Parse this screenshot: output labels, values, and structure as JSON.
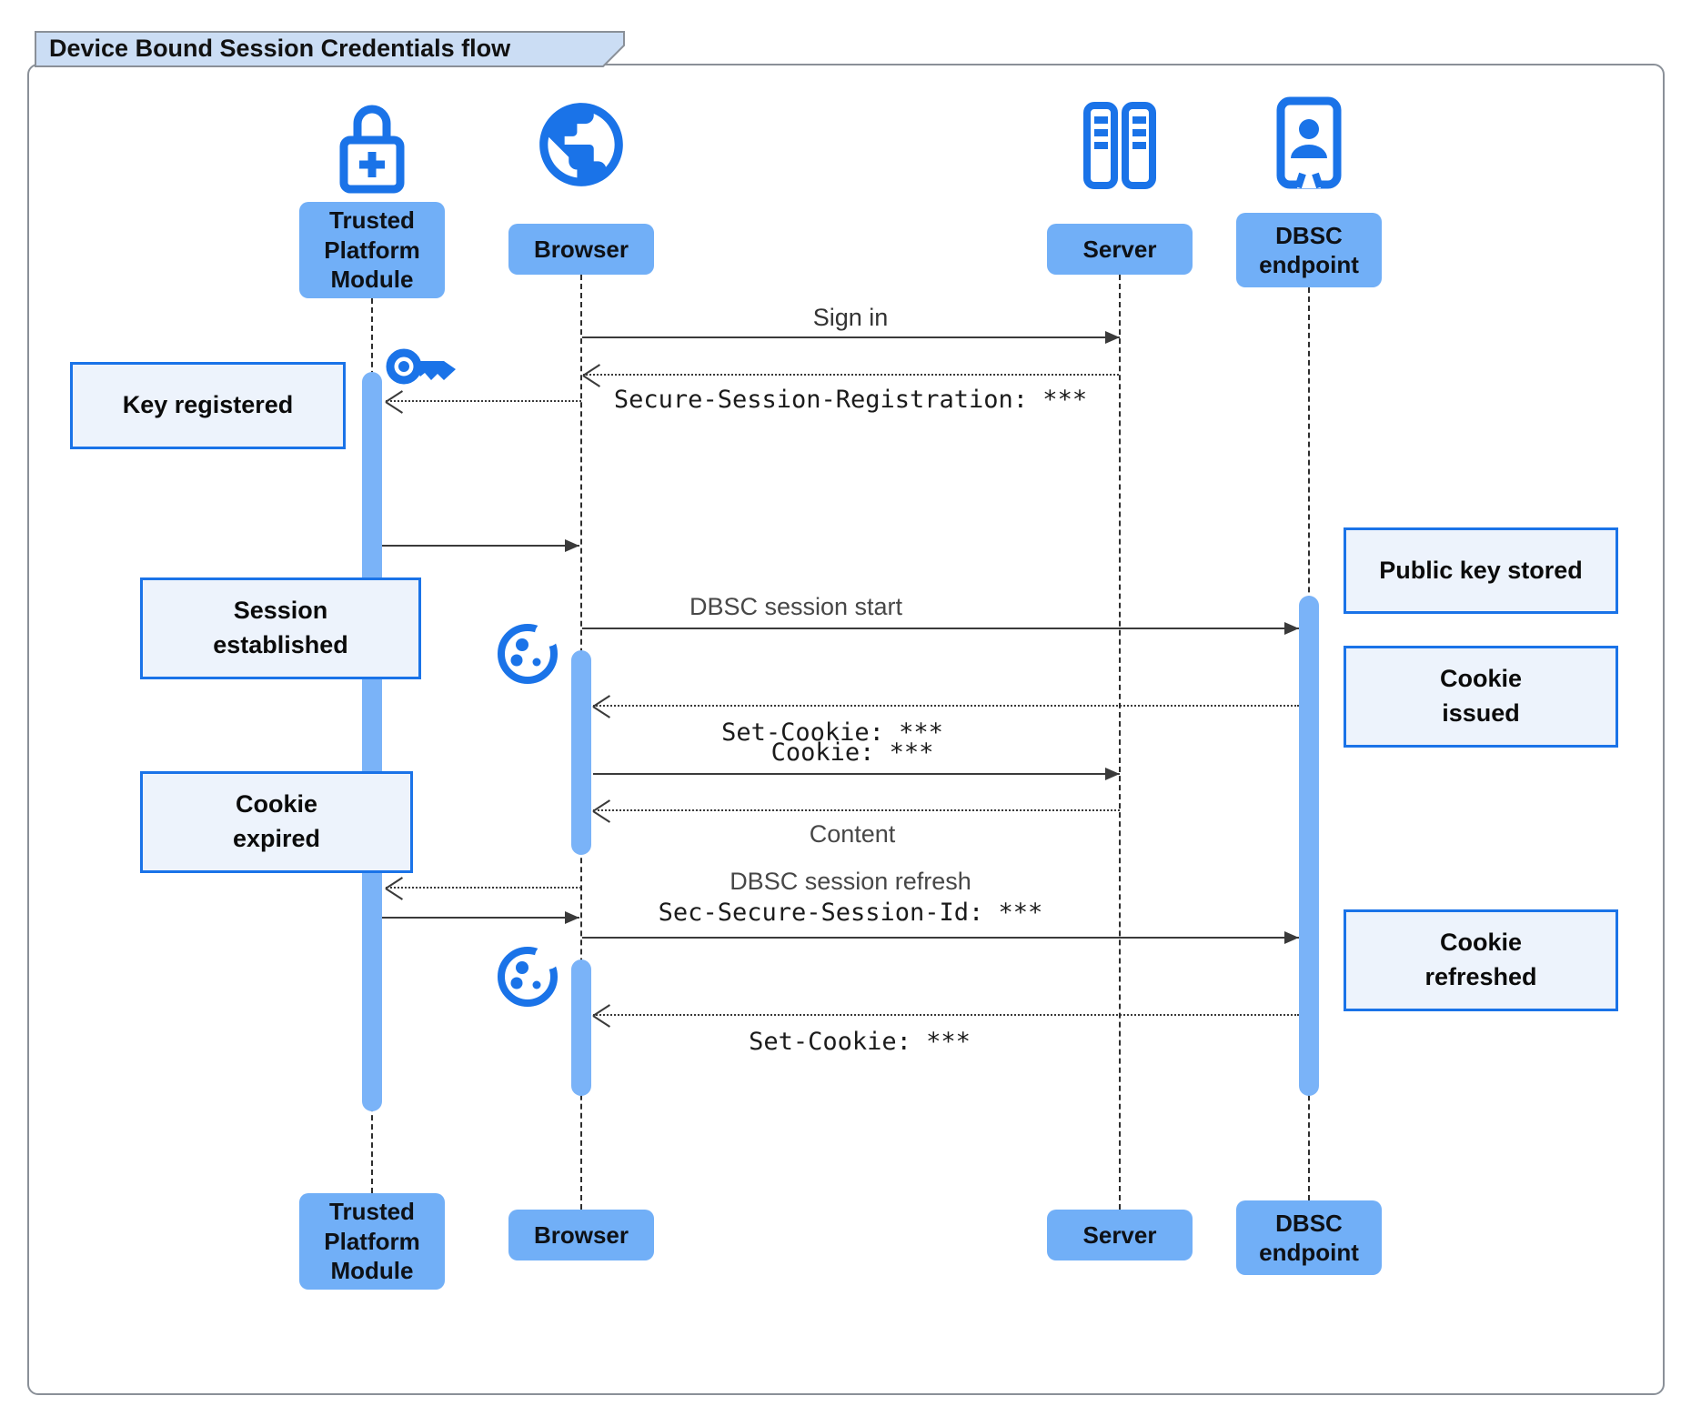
{
  "title": "Device Bound Session Credentials flow",
  "actors": {
    "tpm": {
      "label": "Trusted\nPlatform\nModule",
      "icon": "lock-plus-icon"
    },
    "browser": {
      "label": "Browser",
      "icon": "globe-icon"
    },
    "server": {
      "label": "Server",
      "icon": "server-racks-icon"
    },
    "dbsc": {
      "label": "DBSC\nendpoint",
      "icon": "person-badge-icon"
    }
  },
  "messages": [
    {
      "from": "Browser",
      "to": "Server",
      "label": "Sign in",
      "line": "solid"
    },
    {
      "from": "Server",
      "to": "Browser",
      "label": "Secure-Session-Registration: ***",
      "line": "dashed"
    },
    {
      "from": "Browser",
      "to": "Trusted Platform Module",
      "label": "",
      "line": "dashed"
    },
    {
      "from": "Trusted Platform Module",
      "to": "Browser",
      "label": "",
      "line": "solid"
    },
    {
      "from": "Browser",
      "to": "DBSC endpoint",
      "label": "DBSC session start",
      "line": "solid"
    },
    {
      "from": "DBSC endpoint",
      "to": "Browser",
      "label": "Set-Cookie: ***",
      "line": "dashed"
    },
    {
      "from": "Browser",
      "to": "Server",
      "label": "Cookie: ***",
      "line": "solid"
    },
    {
      "from": "Server",
      "to": "Browser",
      "label": "Content",
      "line": "dashed"
    },
    {
      "from": "Browser",
      "to": "Trusted Platform Module",
      "label": "",
      "line": "dashed"
    },
    {
      "from": "Trusted Platform Module",
      "to": "Browser",
      "label": "",
      "line": "solid"
    },
    {
      "from": "Browser",
      "to": "DBSC endpoint",
      "label": "DBSC session refresh",
      "label2": "Sec-Secure-Session-Id: ***",
      "line": "solid"
    },
    {
      "from": "DBSC endpoint",
      "to": "Browser",
      "label": "Set-Cookie: ***",
      "line": "dashed"
    }
  ],
  "notes": {
    "key_registered": "Key registered",
    "session_established": "Session\nestablished",
    "cookie_expired": "Cookie\nexpired",
    "public_key_stored": "Public key stored",
    "cookie_issued": "Cookie\nissued",
    "cookie_refreshed": "Cookie\nrefreshed"
  },
  "colors": {
    "icon_blue": "#1a73e8",
    "actor_fill": "#71aff7",
    "activation_fill": "#7ab3f8",
    "note_fill": "#edf3fc",
    "note_border": "#1a73e8",
    "title_fill": "#cbddf4",
    "frame_border": "#8a9098",
    "line_color": "#3a3a3a"
  }
}
